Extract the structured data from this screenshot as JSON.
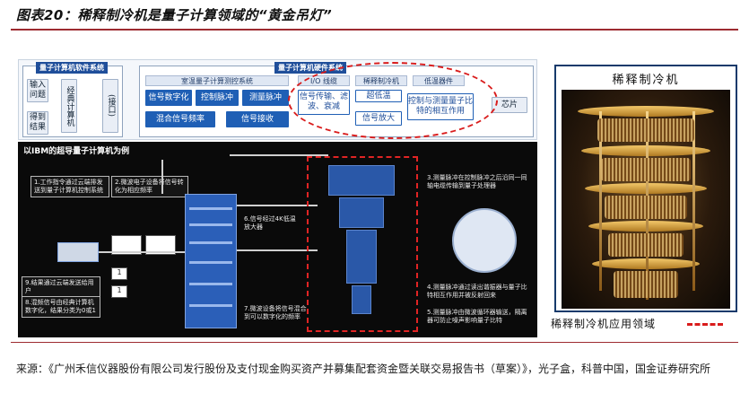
{
  "title": "图表20：稀释制冷机是量子计算领域的“黄金吊灯”",
  "diagram": {
    "software": {
      "header": "量子计算机软件系统",
      "input": "输入问题",
      "classical": "经典计算机",
      "output": "得到结果",
      "interface": "(接口)"
    },
    "hardware": {
      "header": "量子计算机硬件系统",
      "room_temp": "室温量子计算测控系统",
      "digitize": "信号数字化",
      "control_pulse": "控制脉冲",
      "measure_pulse": "测量脉冲",
      "mix_freq": "混合信号频率",
      "signal_recv": "信号接收",
      "io_line": "I/O 线缆",
      "dilution": "稀释制冷机",
      "cryo_device": "低温器件",
      "transmit": "信号传输、滤波、衰减",
      "ultra_low": "超低温",
      "amplify": "信号放大",
      "interact": "控制与测量量子比特的相互作用",
      "chip": "芯片"
    },
    "ibm": {
      "title": "以IBM的超导量子计算机为例",
      "step1": "1.工作指令通过云端排发送到量子计算机控制系统",
      "step2": "2.微波电子设备将信号转化为相应频率",
      "step3": "3.测量脉冲在控制脉冲之后沿同一同轴电缆传输到量子处理器",
      "step4": "4.测量脉冲通过读出谐振器与量子比特相互作用并被反射回来",
      "step5": "5.测量脉冲由微波循环器输送，隔离器可防止噪声影响量子比特",
      "step6": "6.信号经过4K低温放大器",
      "step7": "7.微波设备将信号混合到可以数字化的频率",
      "step8": "8.混频信号由经典计算机数字化，结果分类为0或1",
      "step9": "9.结果通过云端发送给用户",
      "card1": "1",
      "card2": "1"
    }
  },
  "photo": {
    "label": "稀释制冷机"
  },
  "legend": {
    "label": "稀释制冷机应用领域"
  },
  "source": "来源：《广州禾信仪器股份有限公司发行股份及支付现金购买资产并募集配套资金暨关联交易报告书（草案）》，光子盒，科普中国，国金证券研究所"
}
